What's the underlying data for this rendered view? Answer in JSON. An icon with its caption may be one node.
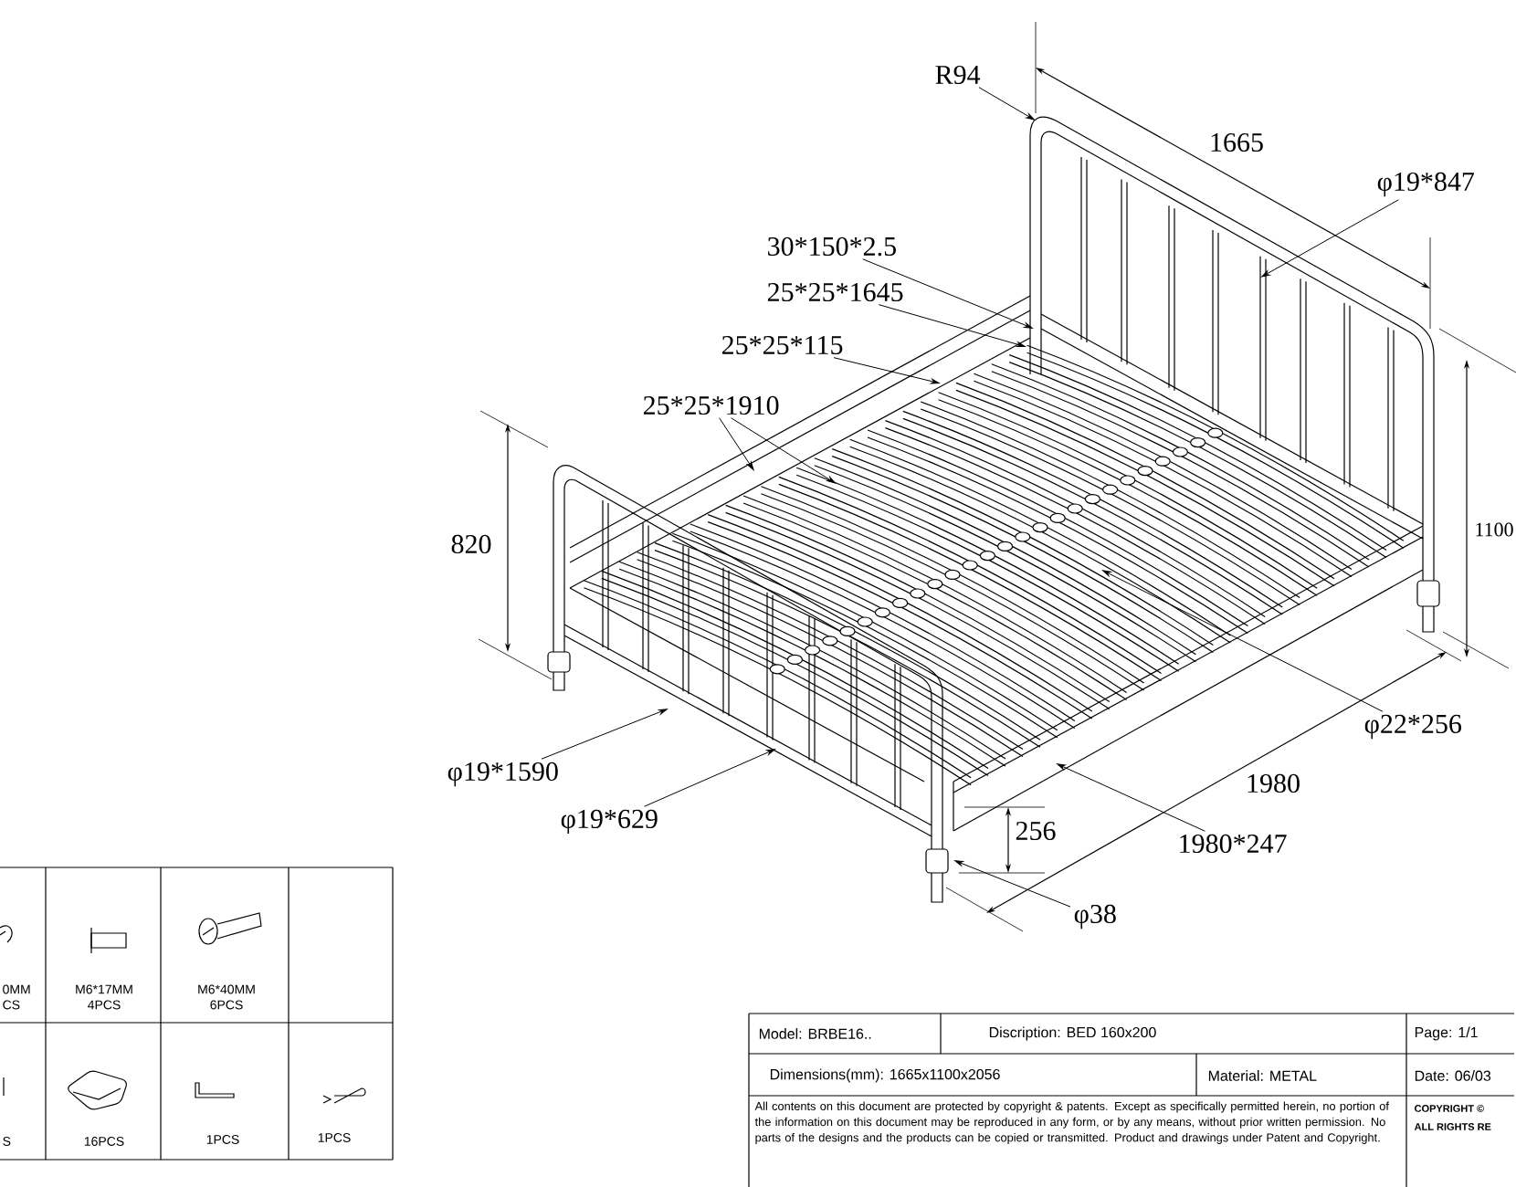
{
  "diagram": {
    "nodes": [
      {
        "text": [
          "R94"
        ]
      },
      {
        "text": [
          "φ19*847"
        ]
      },
      {
        "text": [
          "30*150*2.5"
        ]
      },
      {
        "text": [
          "25*25*1645"
        ]
      },
      {
        "text": [
          "25*25*115"
        ]
      },
      {
        "text": [
          "25*25*1910"
        ]
      },
      {
        "text": [
          "φ19*1590"
        ]
      },
      {
        "text": [
          "φ19*629"
        ]
      },
      {
        "text": [
          "φ22*256"
        ]
      },
      {
        "text": [
          "1980*247"
        ]
      },
      {
        "text": [
          "φ38"
        ]
      }
    ],
    "edges": [
      {
        "from": 0,
        "to": null,
        "arrow": "to"
      },
      {
        "from": 1,
        "to": null,
        "arrow": "to"
      },
      {
        "from": 2,
        "to": null,
        "arrow": "to"
      },
      {
        "from": 3,
        "to": null,
        "arrow": "to"
      },
      {
        "from": 4,
        "to": null,
        "arrow": "to"
      },
      {
        "from": 5,
        "to": null,
        "arrow": "to"
      },
      {
        "from": 5,
        "to": null,
        "arrow": "to"
      },
      {
        "from": 6,
        "to": null,
        "arrow": "to"
      },
      {
        "from": 7,
        "to": null,
        "arrow": "to"
      },
      {
        "from": 8,
        "to": null,
        "arrow": "to"
      },
      {
        "from": 9,
        "to": null,
        "arrow": "to"
      },
      {
        "from": 10,
        "to": null,
        "arrow": "to"
      }
    ],
    "labels": [
      "1665",
      "1100",
      "820",
      "1980",
      "256",
      "0MM CS",
      "M6*17MM 4PCS",
      "M6*40MM 6PCS",
      "S",
      "16PCS",
      "1PCS",
      "1PCS",
      "Model: BRBE16..",
      "Discription: BED 160x200",
      "Page: 1/1",
      "Dimensions(mm): 1665x1100x2056",
      "Material: METAL",
      "Date: 06/03",
      "All contents on this document are protected by copyright & patents. Except as specifically permitted herein, no portion of the information on this document may be reproduced in any form, or by any means, without prior written permission. No parts of the designs and the products can be copied or transmitted. Product and drawings under Patent and Copyright.",
      "COPYRIGHT ©",
      "ALL RIGHTS RE"
    ]
  }
}
